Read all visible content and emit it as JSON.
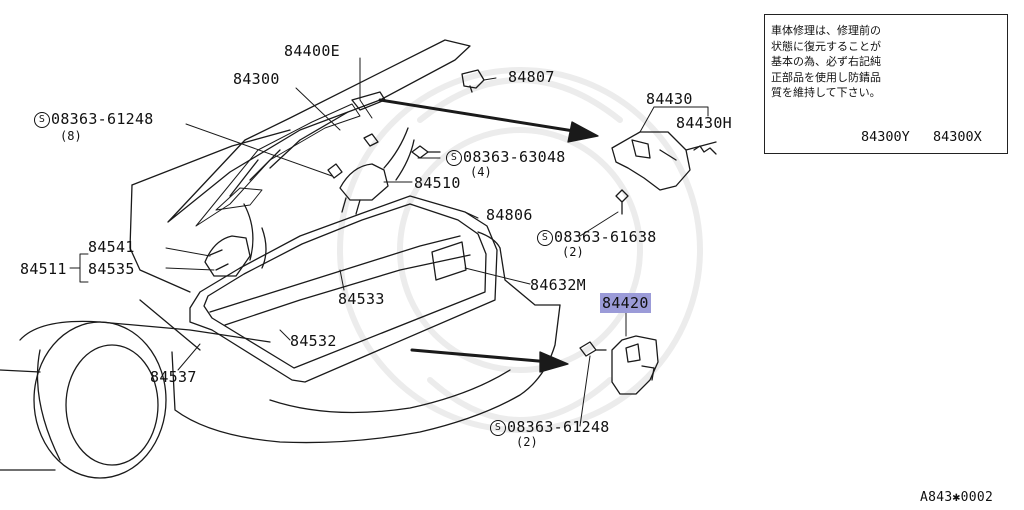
{
  "figure_code": "A843✱0002",
  "note": {
    "text": "車体修理は、修理前の状態に復元することが基本の為、必ず右記純正部品を使用し防錆品質を維持して下さい。",
    "products": [
      {
        "part_no": "84300Y",
        "item": "tube-icon"
      },
      {
        "part_no": "84300X",
        "item": "spray-can-icon"
      }
    ]
  },
  "bolt_symbol": "S",
  "callouts": {
    "p84400E": "84400E",
    "p84300": "84300",
    "p84807": "84807",
    "p84430": "84430",
    "p84430H": "84430H",
    "b0836361248_top": {
      "num": "08363-61248",
      "qty": "(8)"
    },
    "b0836363048": {
      "num": "08363-63048",
      "qty": "(4)"
    },
    "p84510": "84510",
    "p84806": "84806",
    "b0836361638": {
      "num": "08363-61638",
      "qty": "(2)"
    },
    "p84541": "84541",
    "p84511": "84511",
    "p84535": "84535",
    "p84533": "84533",
    "p84632M": "84632M",
    "p84420": "84420",
    "p84532": "84532",
    "p84537": "84537",
    "b0836361248_bot": {
      "num": "08363-61248",
      "qty": "(2)"
    }
  },
  "highlight": {
    "part": "84420",
    "color": "#9b9bd8"
  }
}
